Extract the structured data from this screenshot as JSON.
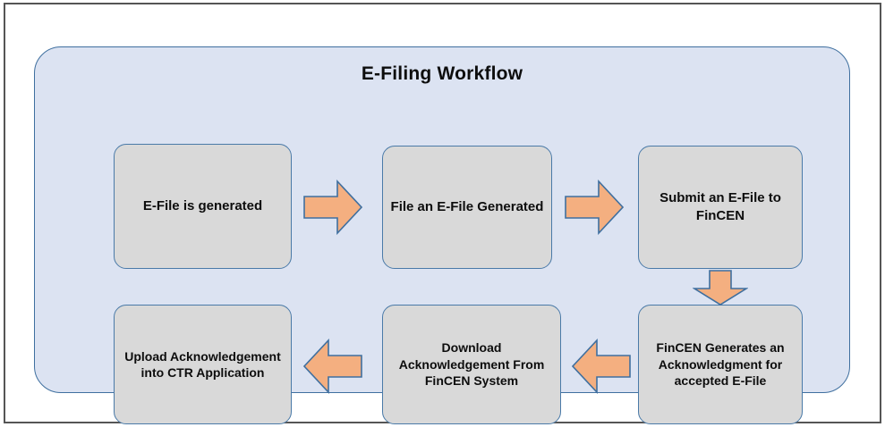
{
  "diagram": {
    "title": "E-Filing Workflow",
    "colors": {
      "container_fill": "#DCE3F2",
      "container_border": "#3F6F9F",
      "box_fill": "#D9D9D9",
      "box_border": "#4A7AA8",
      "arrow_fill": "#F4AF80",
      "arrow_border": "#3F6F9F",
      "text": "#0D0D0D",
      "frame_border": "#555555",
      "canvas": "#FFFFFF"
    },
    "steps": [
      {
        "id": "step-1",
        "label": "E-File is generated"
      },
      {
        "id": "step-2",
        "label": "File an E-File Generated"
      },
      {
        "id": "step-3",
        "label": "Submit an E-File to FinCEN"
      },
      {
        "id": "step-4",
        "label": "FinCEN Generates an Acknowledgment for accepted E-File"
      },
      {
        "id": "step-5",
        "label": "Download Acknowledgement From FinCEN System"
      },
      {
        "id": "step-6",
        "label": "Upload Acknowledgement into CTR Application"
      }
    ],
    "connectors": [
      {
        "id": "connector-1",
        "direction": "right",
        "from": "step-1",
        "to": "step-2"
      },
      {
        "id": "connector-2",
        "direction": "right",
        "from": "step-2",
        "to": "step-3"
      },
      {
        "id": "connector-3",
        "direction": "down",
        "from": "step-3",
        "to": "step-4"
      },
      {
        "id": "connector-4",
        "direction": "left",
        "from": "step-4",
        "to": "step-5"
      },
      {
        "id": "connector-5",
        "direction": "left",
        "from": "step-5",
        "to": "step-6"
      }
    ]
  }
}
